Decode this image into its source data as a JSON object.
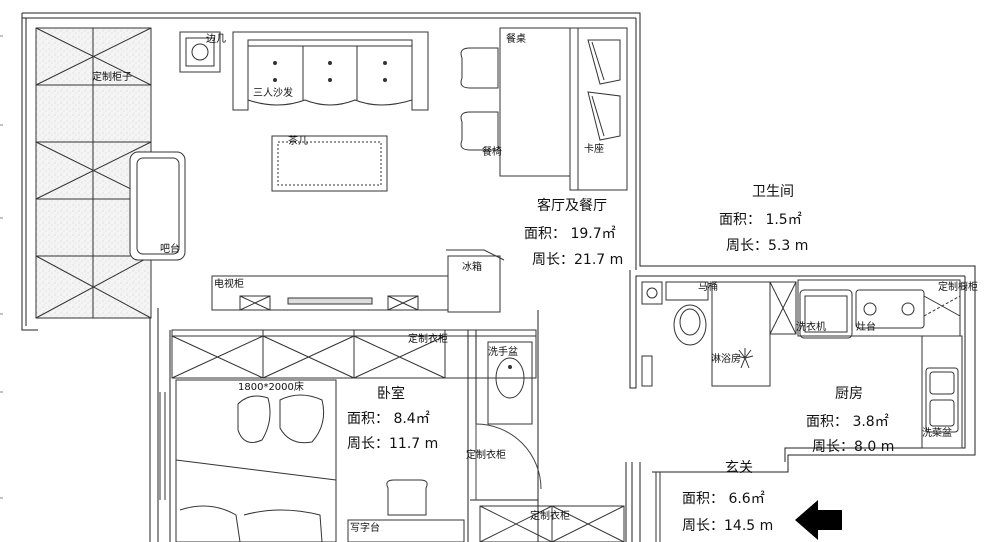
{
  "rooms": {
    "living": {
      "name": "客厅及餐厅",
      "area": "面积：  19.7㎡",
      "perimeter": "周长：21.7 m"
    },
    "bath": {
      "name": "卫生间",
      "area": "面积：  1.5㎡",
      "perimeter": "周长：5.3 m"
    },
    "bedroom": {
      "name": "卧室",
      "area": "面积：  8.4㎡",
      "perimeter": "周长：11.7 m"
    },
    "kitchen": {
      "name": "厨房",
      "area": "面积：  3.8㎡",
      "perimeter": "周长：8.0 m"
    },
    "entry": {
      "name": "玄关",
      "area": "面积：  6.6㎡",
      "perimeter": "周长：14.5 m"
    }
  },
  "furniture": {
    "cabinet_top": "定制柜子",
    "side_table": "边几",
    "sofa": "三人沙发",
    "dining_table": "餐桌",
    "booth": "卡座",
    "dining_chair": "餐椅",
    "coffee_table": "茶几",
    "bar": "吧台",
    "tv_cabinet": "电视柜",
    "fridge": "冰箱",
    "wardrobe_top": "定制衣柜",
    "wash_basin": "洗手盆",
    "bed": "1800*2000床",
    "wardrobe_side": "定制衣柜",
    "desk": "写字台",
    "wardrobe_bottom": "定制衣柜",
    "toilet": "马桶",
    "shower": "淋浴房",
    "washer": "洗衣机",
    "stove": "灶台",
    "kitchen_cabinet": "定制橱柜",
    "sink": "洗菜盆"
  }
}
